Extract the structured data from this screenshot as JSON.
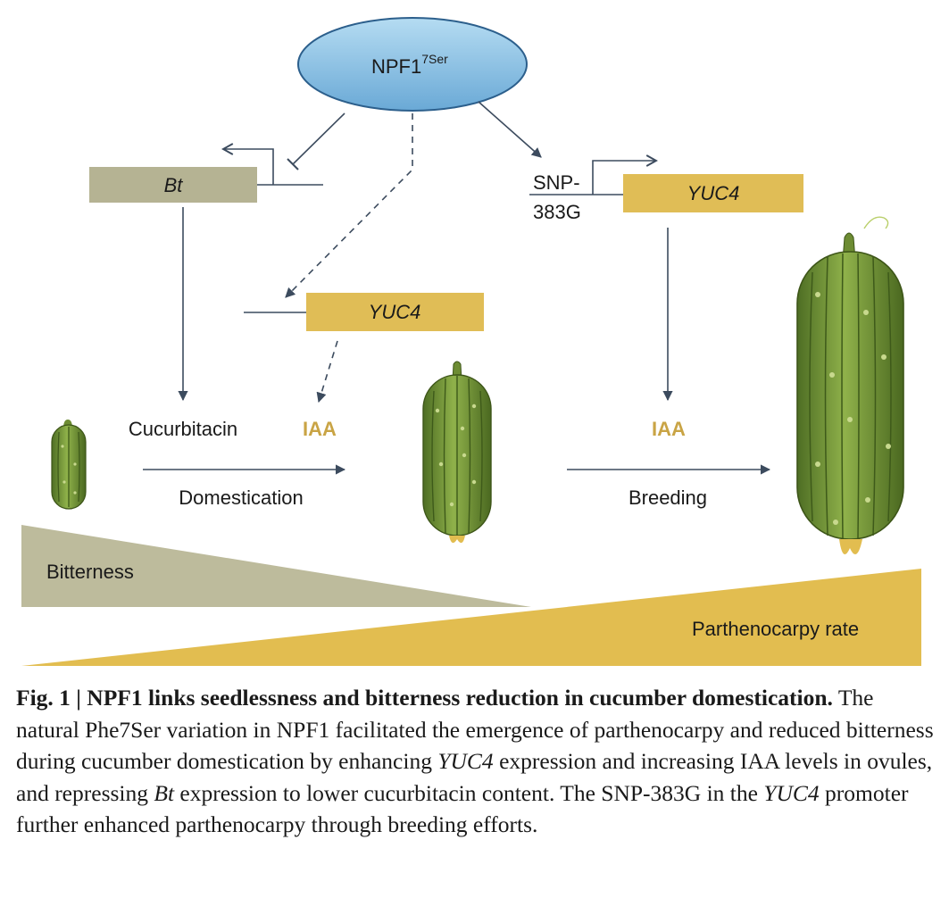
{
  "diagram": {
    "npf1": {
      "label": "NPF1",
      "superscript": "7Ser"
    },
    "bt_gene": "Bt",
    "yuc4_gene_left": "YUC4",
    "yuc4_gene_right": "YUC4",
    "snp_line1": "SNP-",
    "snp_line2": "383G",
    "cucurbitacin": "Cucurbitacin",
    "iaa_left": "IAA",
    "iaa_right": "IAA",
    "domestication": "Domestication",
    "breeding": "Breeding",
    "bitterness": "Bitterness",
    "parthenocarpy_rate": "Parthenocarpy rate",
    "colors": {
      "ellipse_fill": "#8fc3e3",
      "ellipse_stroke": "#2c5f8c",
      "bt_box": "#b5b393",
      "yuc4_box": "#e0bd56",
      "bitterness_wedge": "#bdbb9c",
      "parthenocarpy_wedge": "#e2bd50",
      "arrow": "#3c4b5e",
      "iaa_text": "#c9a445"
    }
  },
  "caption": {
    "fig_number": "Fig. 1 | ",
    "title": "NPF1 links seedlessness and bitterness reduction in cucumber domestication.",
    "text_1": " The natural Phe7Ser variation in NPF1 facilitated the emergence of parthenocarpy and reduced bitterness during cucumber domestication by enhancing ",
    "italic_1": "YUC4",
    "text_2": " expression and increasing IAA levels in ovules, and repressing ",
    "italic_2": "Bt",
    "text_3": " expression to lower cucurbitacin content. The SNP-383G in the ",
    "italic_3": "YUC4",
    "text_4": " promoter further enhanced parthenocarpy through breeding efforts."
  }
}
